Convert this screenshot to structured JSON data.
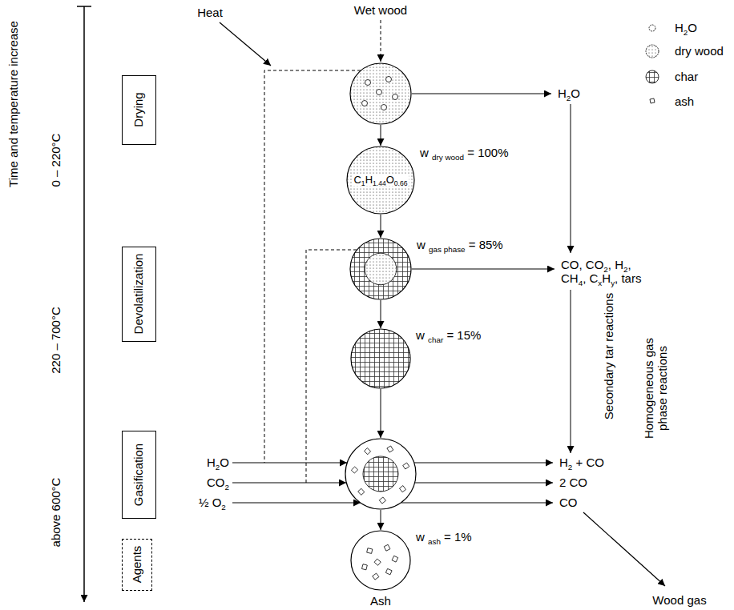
{
  "diagram": {
    "nodes": [
      {
        "text": [
          "Drying"
        ]
      },
      {
        "text": []
      },
      {
        "text": [
          "C1H1.44O0.66",
          "w dry wood = 100%"
        ]
      },
      {
        "text": [
          "Devolatilization"
        ]
      },
      {
        "text": [
          "w gas phase = 85%"
        ]
      },
      {
        "text": [
          "w char = 15%"
        ]
      },
      {
        "text": [
          "Gasification"
        ]
      },
      {
        "text": []
      },
      {
        "text": [
          "Agents"
        ]
      },
      {
        "text": [
          "w ash = 1%",
          "Ash"
        ]
      }
    ],
    "edges": [
      {
        "from": 1,
        "to": 2,
        "arrow": "to"
      },
      {
        "from": 2,
        "to": 4,
        "arrow": "to"
      },
      {
        "from": 4,
        "to": 5,
        "arrow": "to"
      },
      {
        "from": 5,
        "to": 7,
        "arrow": "to"
      },
      {
        "from": 7,
        "to": 9,
        "arrow": "to"
      }
    ],
    "labels": [
      "Time and temperature increase",
      "0 – 220°C",
      "220 – 700°C",
      "above 600°C",
      "Heat",
      "Wet wood",
      "H2O",
      "CO, CO2, H2, CH4, CxHy, tars",
      "H2O",
      "CO2",
      "½ O2",
      "H2 + CO",
      "2 CO",
      "CO",
      "Secondary tar reactions",
      "Homogeneous gas phase reactions",
      "Wood gas"
    ],
    "legend": [
      {
        "text": "H2O"
      },
      {
        "text": "dry wood"
      },
      {
        "text": "char"
      },
      {
        "text": "ash"
      }
    ]
  }
}
